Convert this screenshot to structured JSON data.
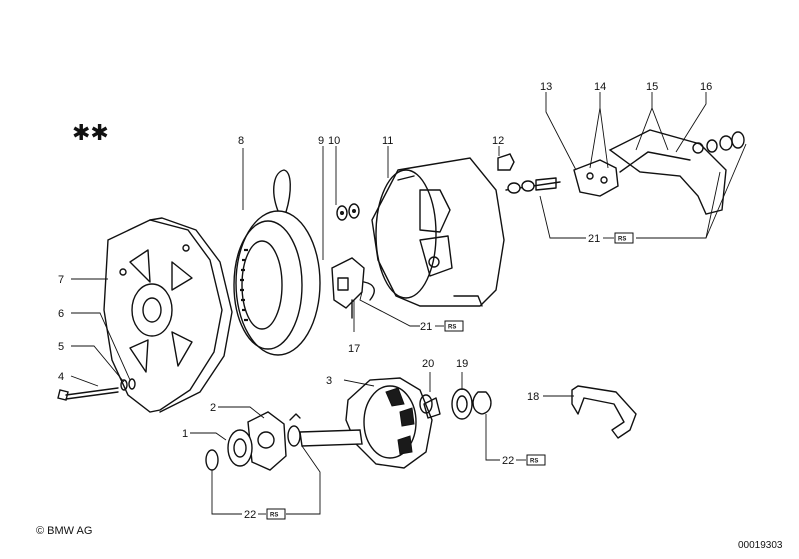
{
  "labels": {
    "p1": "1",
    "p2": "2",
    "p3": "3",
    "p4": "4",
    "p5": "5",
    "p6": "6",
    "p7": "7",
    "p8": "8",
    "p9": "9",
    "p10": "10",
    "p11": "11",
    "p12": "12",
    "p13": "13",
    "p14": "14",
    "p15": "15",
    "p16": "16",
    "p17": "17",
    "p18": "18",
    "p19": "19",
    "p20": "20",
    "p21a": "21",
    "p21b": "21",
    "p22a": "22",
    "p22b": "22"
  },
  "rs_badge": "RS",
  "marks": "✱✱",
  "footer": {
    "copyright": "© BMW AG",
    "doc_number": "00019303"
  }
}
